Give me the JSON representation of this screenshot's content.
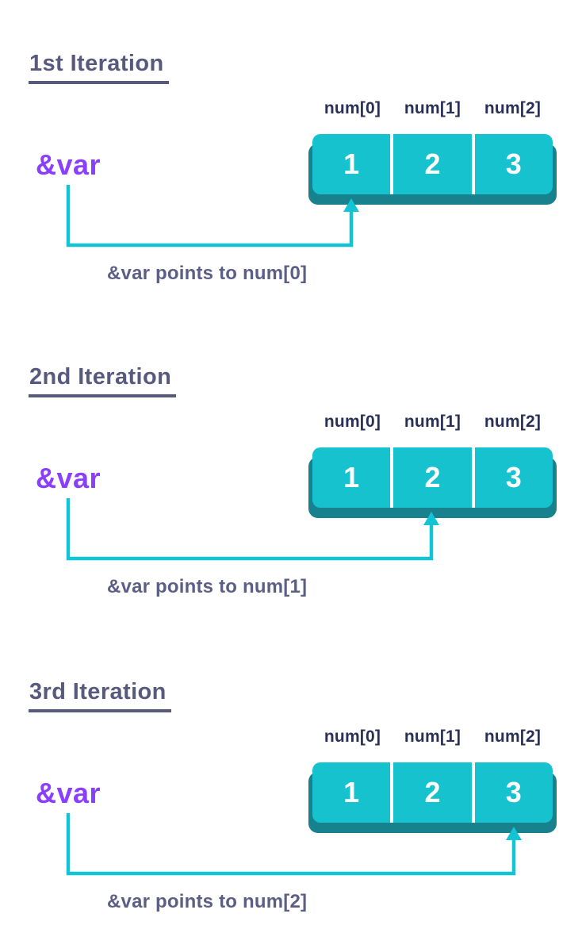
{
  "page": {
    "background": "#ffffff",
    "description": "foreach loop iteration diagram"
  },
  "colors": {
    "title": "#585a7d",
    "label": "#293057",
    "teal": "#16c2cd",
    "shadow": "#17828d",
    "arrow": "#12c4d4",
    "purple": "#8a3ffc",
    "caption": "#5c5f85",
    "cell_text": "#ffffff"
  },
  "sections": [
    {
      "title": "1st Iteration",
      "var_label": "&var",
      "caption": "&var points to num[0]",
      "points_to": "num[0]",
      "pointed_index": 0,
      "cells": [
        {
          "label": "num[0]",
          "value": "1"
        },
        {
          "label": "num[1]",
          "value": "2"
        },
        {
          "label": "num[2]",
          "value": "3"
        }
      ]
    },
    {
      "title": "2nd Iteration",
      "var_label": "&var",
      "caption": "&var points to num[1]",
      "points_to": "num[1]",
      "pointed_index": 1,
      "cells": [
        {
          "label": "num[0]",
          "value": "1"
        },
        {
          "label": "num[1]",
          "value": "2"
        },
        {
          "label": "num[2]",
          "value": "3"
        }
      ]
    },
    {
      "title": "3rd Iteration",
      "var_label": "&var",
      "caption": "&var points to num[2]",
      "points_to": "num[2]",
      "pointed_index": 2,
      "cells": [
        {
          "label": "num[0]",
          "value": "1"
        },
        {
          "label": "num[1]",
          "value": "2"
        },
        {
          "label": "num[2]",
          "value": "3"
        }
      ]
    }
  ]
}
